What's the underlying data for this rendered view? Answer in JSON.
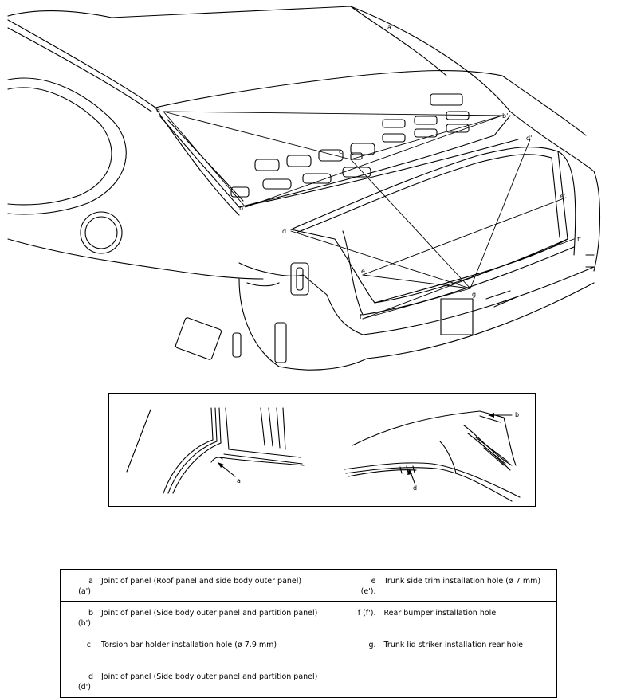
{
  "diagram": {
    "point_labels": [
      "a",
      "a'",
      "b",
      "b'",
      "c",
      "d",
      "d'",
      "e",
      "e'",
      "f",
      "f'",
      "g"
    ]
  },
  "detail_left": {
    "callout": "a"
  },
  "detail_right": {
    "callout_b": "b",
    "callout_d": "d"
  },
  "legend": {
    "rows": [
      [
        {
          "key": "a\n(a').",
          "desc": "Joint of panel (Roof panel and side body outer panel)"
        },
        {
          "key": "e\n(e').",
          "desc": "Trunk side trim installation hole (ø 7 mm)"
        }
      ],
      [
        {
          "key": "b\n(b').",
          "desc": "Joint of panel (Side body outer panel and partition panel)"
        },
        {
          "key": "f (f').",
          "desc": "Rear bumper installation hole"
        }
      ],
      [
        {
          "key": "c.",
          "desc": "Torsion bar holder installation hole (ø 7.9 mm)"
        },
        {
          "key": "g.",
          "desc": "Trunk lid striker installation rear hole"
        }
      ],
      [
        {
          "key": "d\n(d').",
          "desc": "Joint of panel (Side body outer panel and partition panel)"
        },
        {
          "key": "",
          "desc": ""
        }
      ]
    ]
  }
}
